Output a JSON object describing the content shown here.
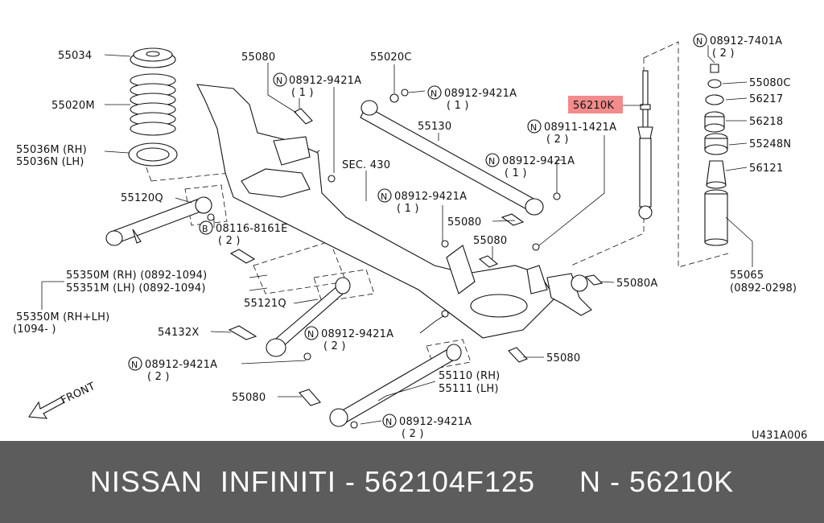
{
  "highlight_color": "#f28b8b",
  "footer_bg": "#5c5c5c",
  "footer": {
    "text": "NISSAN  INFINITI - 562104F125     N - 56210K"
  },
  "figure_code": "U431A006",
  "front_label": "FRONT",
  "labels": {
    "p55034": "55034",
    "p55020m": "55020M",
    "p55036m": "55036M (RH)",
    "p55036n": "55036N (LH)",
    "p55120q": "55120Q",
    "p55080_a": "55080",
    "n_top1": "08912-9421A",
    "n_top1_qty": "( 1 )",
    "p55020c": "55020C",
    "n_top2": "08912-9421A",
    "n_top2_qty": "( 1 )",
    "p55130": "55130",
    "p56210k": "56210K",
    "n_08911": "08911-1421A",
    "n_08911_qty": "( 2 )",
    "n_top3": "08912-9421A",
    "n_top3_qty": "( 1 )",
    "sec430": "SEC. 430",
    "n_mid1": "08912-9421A",
    "n_mid1_qty": "( 1 )",
    "p55080_b": "55080",
    "p55080_c": "55080",
    "b_08116": "08116-8161E",
    "b_08116_qty": "( 2 )",
    "p55350m": "55350M (RH) (0892-1094)",
    "p55351m": "55351M (LH) (0892-1094)",
    "p55350m_rhlh": "55350M (RH+LH)",
    "p55350m_date": "(1094-        )",
    "p55121q": "55121Q",
    "p54132x": "54132X",
    "n_low1": "08912-9421A",
    "n_low1_qty": "( 2 )",
    "n_low2": "08912-9421A",
    "n_low2_qty": "( 2 )",
    "p55080a": "55080A",
    "p55080_d": "55080",
    "p55110": "55110 (RH)",
    "p55111": "55111 (LH)",
    "p55080_e": "55080",
    "n_low3": "08912-9421A",
    "n_low3_qty": "( 2 )",
    "n_7401": "08912-7401A",
    "n_7401_qty": "( 2 )",
    "p55080c": "55080C",
    "p56217": "56217",
    "p56218": "56218",
    "p55248n": "55248N",
    "p56121": "56121",
    "p55065": "55065",
    "p55065_date": "(0892-0298)",
    "n_symbol": "N",
    "b_symbol": "B"
  }
}
